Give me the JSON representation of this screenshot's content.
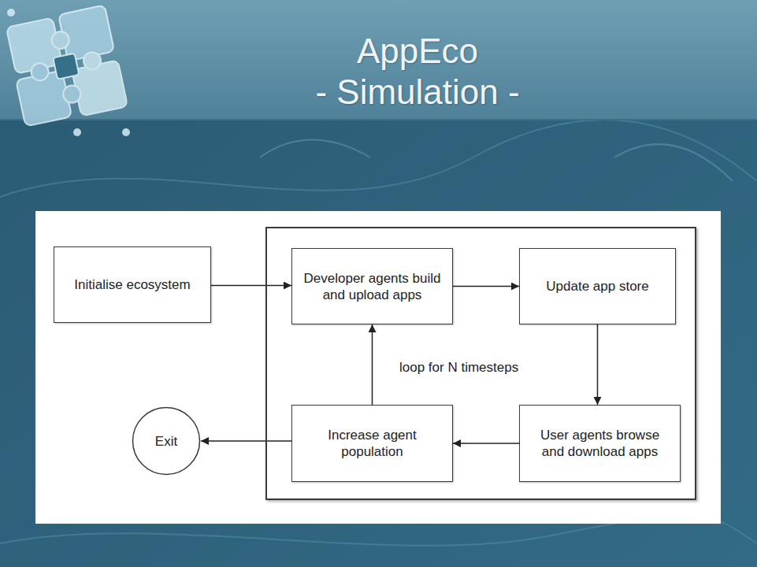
{
  "diagram": {
    "title": "AppEco",
    "nodes": [
      {
        "text": [
          "Initialise ecosystem"
        ]
      },
      {
        "text": [
          "loop for N timesteps"
        ]
      },
      {
        "text": [
          "Developer agents build and upload apps"
        ],
        "in": 1
      },
      {
        "text": [
          "Update app store"
        ],
        "in": 1
      },
      {
        "text": [
          "User agents browse and download apps"
        ],
        "in": 1
      },
      {
        "text": [
          "Increase agent population"
        ],
        "in": 1
      },
      {
        "text": [
          "Exit"
        ]
      }
    ],
    "edges": [
      {
        "from": 0,
        "to": 2,
        "arrow": "to"
      },
      {
        "from": 2,
        "to": 3,
        "arrow": "to"
      },
      {
        "from": 3,
        "to": 4,
        "arrow": "to"
      },
      {
        "from": 4,
        "to": 5,
        "arrow": "to"
      },
      {
        "from": 5,
        "to": 2,
        "arrow": "to"
      },
      {
        "from": 5,
        "to": 6,
        "arrow": "to"
      }
    ],
    "labels": [
      "- Simulation -"
    ]
  }
}
